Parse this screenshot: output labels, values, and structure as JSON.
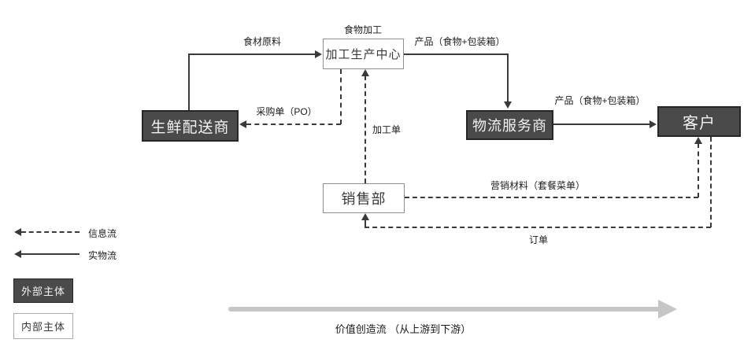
{
  "diagram": {
    "nodes": {
      "processing_center": {
        "label": "加工生产中心",
        "type": "internal"
      },
      "fresh_supplier": {
        "label": "生鲜配送商",
        "type": "external"
      },
      "logistics_provider": {
        "label": "物流服务商",
        "type": "external"
      },
      "customer": {
        "label": "客户",
        "type": "external"
      },
      "sales_dept": {
        "label": "销售部",
        "type": "internal"
      }
    },
    "edge_labels": {
      "food_processing": "食物加工",
      "raw_materials": "食材原料",
      "product_top": "产品（食物+包装箱）",
      "product_mid": "产品（食物+包装箱）",
      "purchase_order": "采购单（PO）",
      "processing_order": "加工单",
      "marketing_materials": "营销材料（套餐菜单）",
      "order": "订单"
    },
    "legend": {
      "info_flow": "信息流",
      "physical_flow": "实物流",
      "external_entity": "外部主体",
      "internal_entity": "内部主体"
    },
    "value_flow_caption": "价值创造流 （从上游到下游）",
    "colors": {
      "dark_box_fill": "#4a4a4a",
      "dark_box_text": "#f2f2f2",
      "line": "#3a3a3a",
      "value_arrow": "#c6c6c6",
      "background": "#ffffff"
    }
  }
}
